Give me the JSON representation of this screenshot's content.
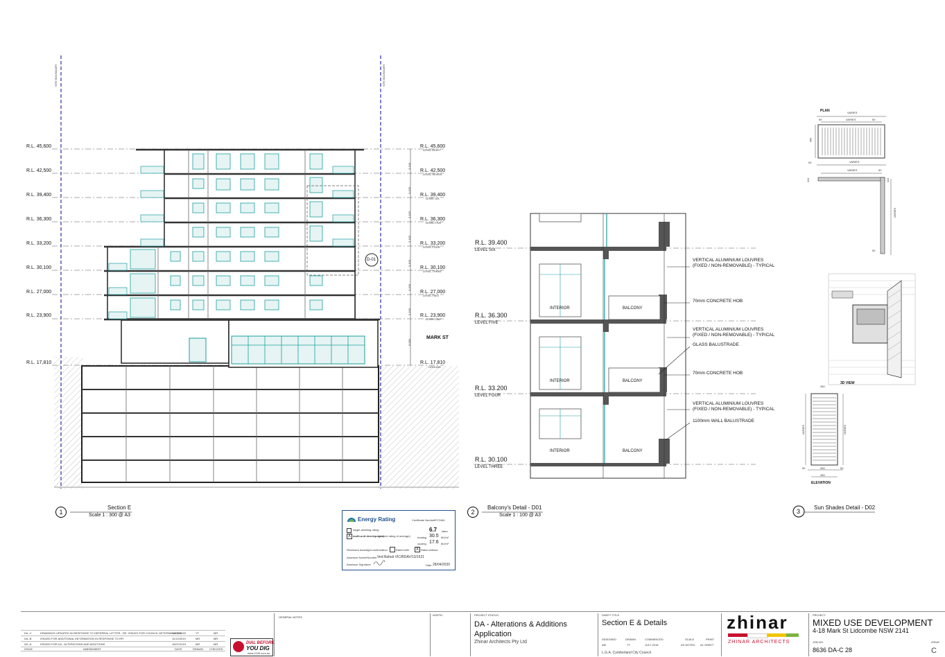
{
  "section_e": {
    "site_boundary": "SITE BOUNDARY",
    "left_levels": [
      "R.L. 45,600",
      "R.L. 42,500",
      "R.L. 39,400",
      "R.L. 36,300",
      "R.L. 33,200",
      "R.L. 30,100",
      "R.L. 27,000",
      "R.L. 23,900",
      "R.L. 17,810"
    ],
    "right_levels": [
      {
        "rl": "R.L. 45,600",
        "name": "LEVEL EIGHT"
      },
      {
        "rl": "R.L. 42,500",
        "name": "LEVEL SEVEN"
      },
      {
        "rl": "R.L. 39,400",
        "name": "LEVEL SIX"
      },
      {
        "rl": "R.L. 36,300",
        "name": "LEVEL FIVE"
      },
      {
        "rl": "R.L. 33,200",
        "name": "LEVEL FOUR"
      },
      {
        "rl": "R.L. 30,100",
        "name": "LEVEL THREE"
      },
      {
        "rl": "R.L. 27,000",
        "name": "LEVEL TWO"
      },
      {
        "rl": "R.L. 23,900",
        "name": "LEVEL ONE"
      },
      {
        "rl": "R.L. 17,810",
        "name": "GROUND"
      }
    ],
    "dims": [
      "3,100",
      "3,100",
      "3,100",
      "3,100",
      "3,100",
      "3,100",
      "3,100"
    ],
    "ground_dim": "6,090",
    "street": "MARK ST",
    "callout": "D-01",
    "number": "1",
    "title": "Section E",
    "scale": "Scale 1 : 300 @ A3"
  },
  "balcony": {
    "levels": [
      {
        "rl": "R.L. 39.400",
        "name": "LEVEL SIX"
      },
      {
        "rl": "R.L. 36.300",
        "name": "LEVEL FIVE"
      },
      {
        "rl": "R.L. 33.200",
        "name": "LEVEL FOUR"
      },
      {
        "rl": "R.L. 30.100",
        "name": "LEVEL THREE"
      }
    ],
    "interior": "INTERIOR",
    "balcony": "BALCONY",
    "notes": [
      "VERTICAL ALUMINIUM LOUVRES",
      "(FIXED / NON-REMOVABLE) - TYPICAL",
      "70mm CONCRETE HOB",
      "VERTICAL ALUMINIUM LOUVRES",
      "(FIXED / NON-REMOVABLE) - TYPICAL",
      "GLASS BALUSTRADE",
      "70mm CONCRETE HOB",
      "VERTICAL ALUMINIUM LOUVRES",
      "(FIXED / NON-REMOVABLE) - TYPICAL",
      "1100mm WALL BALUSTRADE"
    ],
    "number": "2",
    "title": "Balcony's Detail - D01",
    "scale": "Scale 1 : 100 @ A3"
  },
  "sunshade": {
    "plan": "PLAN",
    "varies": "VARIES",
    "d50": "50",
    "d400": "400",
    "d110": "110",
    "d90": "90",
    "d450": "450",
    "d350": "350",
    "view3d": "3D VIEW",
    "elevation": "ELEVATION",
    "number": "3",
    "title": "Sun Shades Detail - D02"
  },
  "energy": {
    "title": "Energy Rating",
    "cert_label": "Certificate Number",
    "cert": "7072464",
    "single": "single-dwelling rating",
    "multi": "multi-unit development",
    "multi_note": "(project rating of average)",
    "stars": "6.7",
    "stars_unit": "stars",
    "heating_label": "heating",
    "heating": "30.5",
    "cooling_label": "cooling",
    "cooling": "17.6",
    "unit": "MJ/m²",
    "downlight": "Recessed downlight confirmation",
    "rated_with": "Rated with",
    "rated_without": "Rated without",
    "x": "X",
    "assessor_label": "Assessor Name/Number",
    "assessor": "Ved Baheti VIC/BDAV/13/1521",
    "sig_label": "Assessor Signature",
    "date_label": "Date",
    "date": "28/04/2020"
  },
  "titleblock": {
    "revisions": [
      {
        "id": "DA -C",
        "text": "DRAWINGS UPDATED IN RESPONSE TO DEFERRAL LETTER - RE: ISSUES FOR COUNCIL DETERMINATION",
        "date": "10/06/2020",
        "drawn": "YT",
        "checked": "MR"
      },
      {
        "id": "DA -B",
        "text": "ISSUED FOR ADDITIONAL INFORMATION IN RESPONSE TO RFI",
        "date": "11/12/2019",
        "drawn": "MR",
        "checked": "MR"
      },
      {
        "id": "DA -A",
        "text": "ISSUED FOR DA - ALTERATIONS AND ADDITIONS",
        "date": "15/07/2019",
        "drawn": "MR",
        "checked": "MR"
      }
    ],
    "rev_headers": [
      "ISSUE",
      "AMENDMENT",
      "DATE",
      "DRAWN",
      "CHECKED"
    ],
    "dial": "DIAL BEFORE",
    "dial2": "YOU DIG",
    "dial3": "www.1100.com.au",
    "general_notes": "GENERAL NOTES",
    "north": "NORTH",
    "status_label": "PROJECT STATUS",
    "status": "DA - Alterations & Additions",
    "status2": "Application",
    "firm": "Zhinar Architects Pty Ltd",
    "sheet_label": "SHEET TITLE",
    "sheet": "Section E & Details",
    "designed_label": "DESIGNED",
    "designed": "AM",
    "drawn_label": "DRAWN",
    "drawn": "YT",
    "commenced_label": "COMMENCED",
    "commenced": "JULY 2018",
    "scale_label": "SCALE",
    "scale": "AS NOTED",
    "print_label": "PRINT",
    "print": "A1 SHEET",
    "lga": "L.G.A. Cumberland City Council",
    "logo": "zhinar",
    "logo_sub": "ZHINAR ARCHITECTS",
    "project_label": "PROJECT",
    "project": "MIXED USE DEVELOPMENT",
    "address": "4-18 Mark St Lidcombe NSW 2141",
    "job_label": "JOB NO.",
    "dwg": "8636  DA-C 28",
    "issue_label": "ISSUE",
    "issue": "C",
    "brand": {
      "red": "#c8102e",
      "yellow": "#f2c500",
      "green": "#7cb342",
      "teal": "#1b9e9e"
    }
  }
}
